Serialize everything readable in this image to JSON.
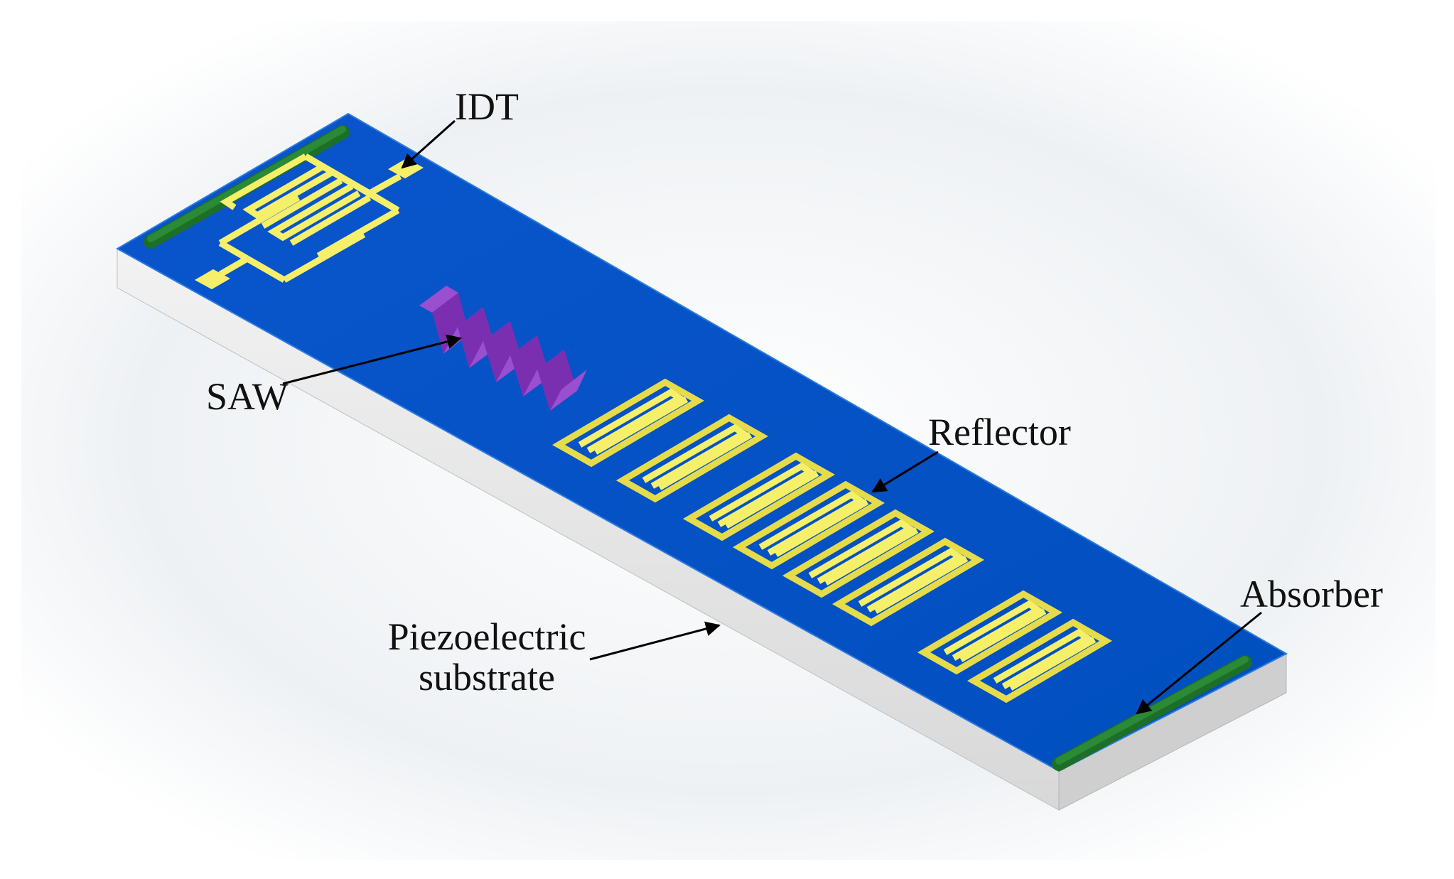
{
  "labels": {
    "idt": "IDT",
    "saw": "SAW",
    "reflector": "Reflector",
    "absorber": "Absorber",
    "substrate_line1": "Piezoelectric",
    "substrate_line2": "substrate"
  },
  "colors": {
    "background": "#ffffff",
    "backdrop_shadow": "#dfe3e8",
    "substrate_top": "#0050c8",
    "substrate_side": "#e6e6e6",
    "substrate_end": "#d0d0d0",
    "electrode": "#f5ef6a",
    "electrode_outline": "#9a9230",
    "absorber": "#1e7a2a",
    "saw": "#8a3fc0",
    "arrow": "#000000"
  },
  "icons": {
    "absorber_strip": "green-bar",
    "reflector_electrode": "meander-electrode",
    "idt_electrode": "interdigital-comb",
    "saw_wave": "folded-ribbon-wave"
  }
}
